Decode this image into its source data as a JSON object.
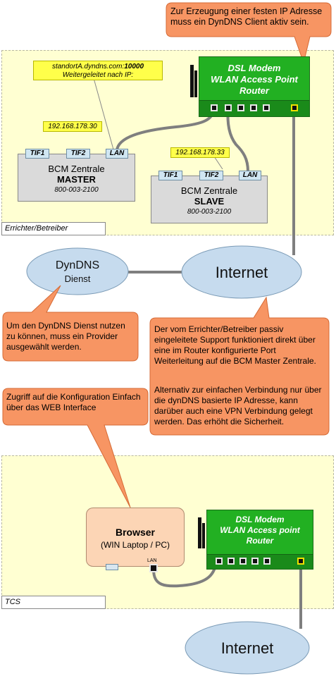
{
  "callouts": {
    "dyndns_client": "Zur Erzeugung einer festen IP Adresse muss ein DynDNS Client aktiv sein.",
    "provider": "Um den DynDNS Dienst nutzen zu können, muss ein Provider ausgewählt werden.",
    "support_line1": "Der vom Errichter/Betreiber passiv eingeleitete Support funktioniert direkt über eine im Router konfigurierte Port Weiterleitung auf die BCM Master Zentrale.",
    "support_line2": "Alternativ zur einfachen Verbindung nur über die dynDNS basierte IP Adresse, kann darüber auch eine VPN Verbindung gelegt werden. Das erhöht die Sicherheit.",
    "browser_config": "Zugriff auf die Konfiguration Einfach über das WEB Interface"
  },
  "forward_note": {
    "host": "standortA.dyndns.com:",
    "port": "10000",
    "subtitle": "Weitergeleitet nach IP:"
  },
  "router_top": {
    "line1": "DSL Modem",
    "line2": "WLAN Access Point",
    "line3": "Router"
  },
  "router_bottom": {
    "line1": "DSL Modem",
    "line2": "WLAN Access point",
    "line3": "Router"
  },
  "master": {
    "ip": "192.168.178.30",
    "tif1": "TIF1",
    "tif2": "TIF2",
    "lan": "LAN",
    "name": "BCM Zentrale",
    "role": "MASTER",
    "part": "800-003-2100"
  },
  "slave": {
    "ip": "192.168.178.33",
    "tif1": "TIF1",
    "tif2": "TIF2",
    "lan": "LAN",
    "name": "BCM Zentrale",
    "role": "SLAVE",
    "part": "800-003-2100"
  },
  "zones": {
    "top_label": "Errichter/Betreiber",
    "bottom_label": "TCS"
  },
  "clouds": {
    "dyndns_title": "DynDNS",
    "dyndns_sub": "Dienst",
    "internet_mid": "Internet",
    "internet_bottom": "Internet"
  },
  "browser": {
    "title": "Browser",
    "sub": "(WIN Laptop / PC)",
    "lan": "LAN"
  },
  "colors": {
    "callout": "#f79563",
    "cloud": "#c6dbee",
    "router": "#22b022",
    "zone": "#ffffd2",
    "ip_label": "#ffff4a",
    "browser": "#fcd5b5",
    "cable": "#808080"
  }
}
